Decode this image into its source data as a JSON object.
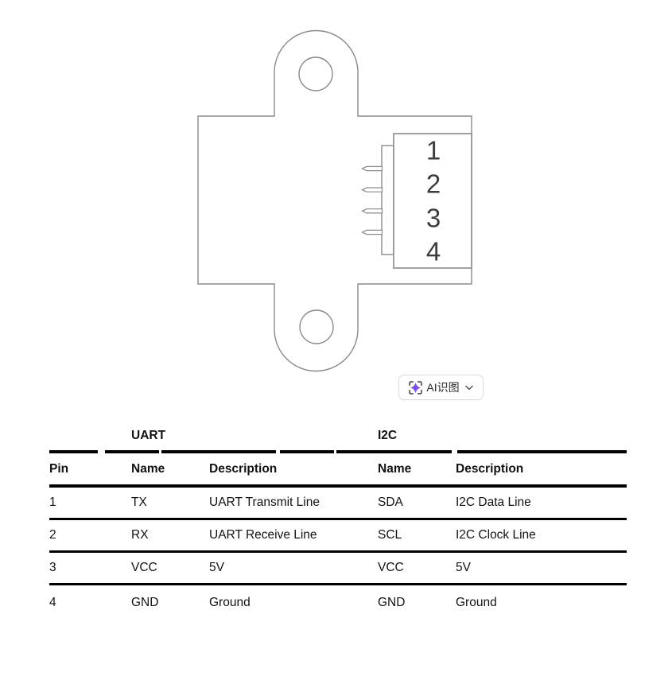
{
  "diagram": {
    "description": "Mechanical line drawing of sensor module with two mounting holes and a 4-pin side connector",
    "pin_labels": [
      "1",
      "2",
      "3",
      "4"
    ],
    "stroke_color": "#8a8a8a"
  },
  "ai_button": {
    "label": "AI识图",
    "icon": "ai-scan-sparkle-icon",
    "accent_color": "#7a4df5",
    "chevron": "down"
  },
  "pinout_table": {
    "group_headers": {
      "uart": "UART",
      "i2c": "I2C"
    },
    "columns": {
      "pin": "Pin",
      "uart_name": "Name",
      "uart_desc": "Description",
      "i2c_name": "Name",
      "i2c_desc": "Description"
    },
    "rule_color": "#000000",
    "rows": [
      [
        "1",
        "TX",
        "UART Transmit Line",
        "SDA",
        "I2C Data Line"
      ],
      [
        "2",
        "RX",
        "UART Receive Line",
        "SCL",
        "I2C Clock Line"
      ],
      [
        "3",
        "VCC",
        "5V",
        "VCC",
        "5V"
      ],
      [
        "4",
        "GND",
        "Ground",
        "GND",
        "Ground"
      ]
    ]
  }
}
